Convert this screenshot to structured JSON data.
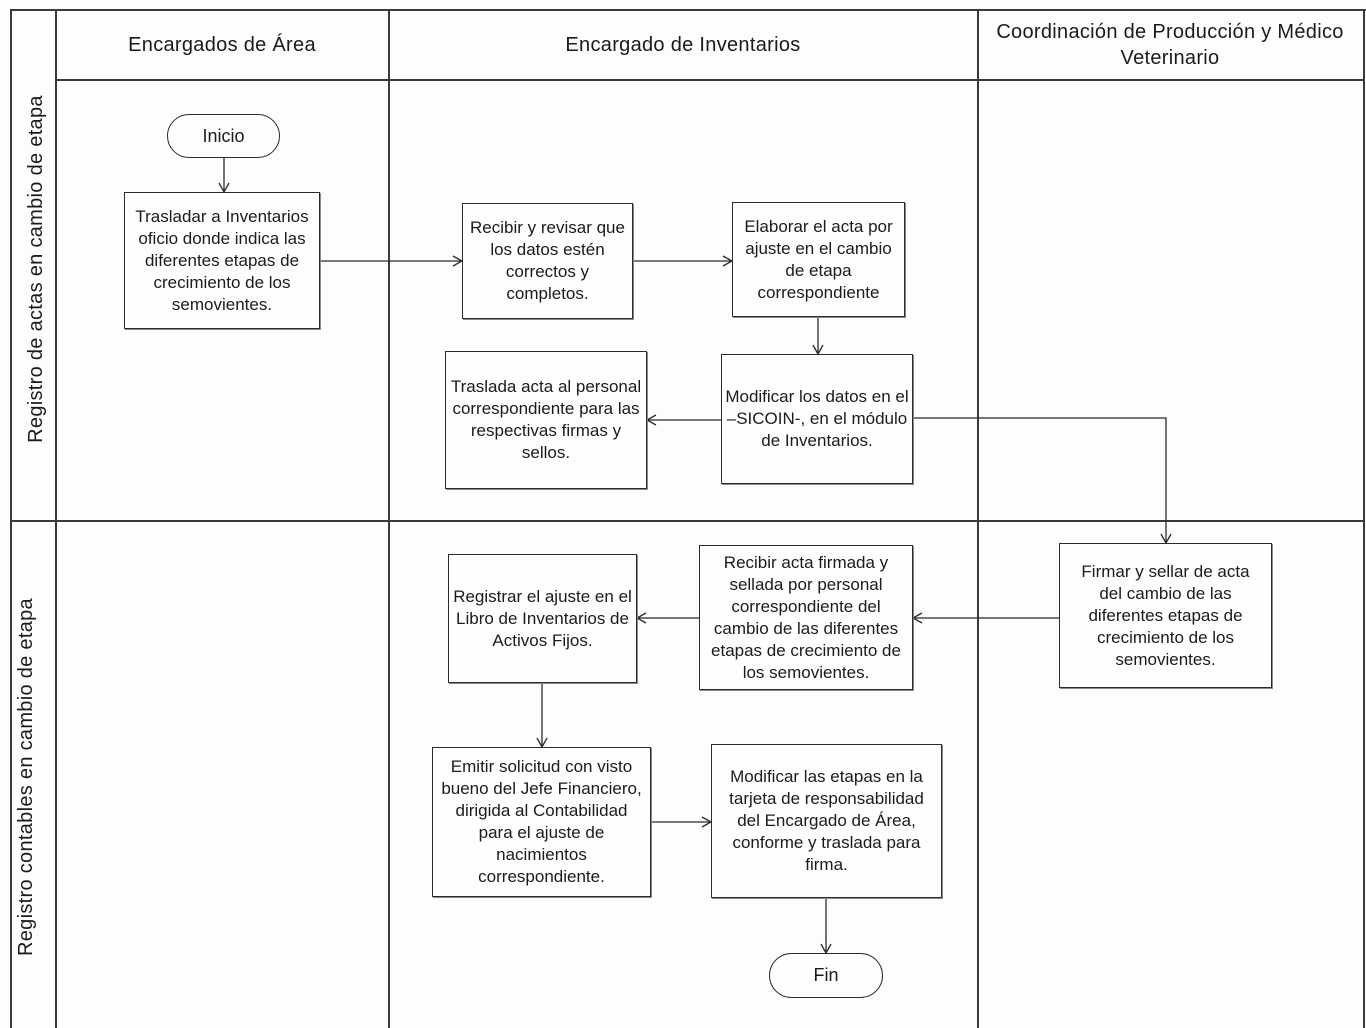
{
  "headers": {
    "col1": "Encargados de Área",
    "col2": "Encargado de Inventarios",
    "col3": "Coordinación de Producción y Médico Veterinario"
  },
  "lanes": {
    "row1": "Registro de actas en cambio de etapa",
    "row2": "Registro contables en cambio de etapa"
  },
  "nodes": {
    "inicio": "Inicio",
    "trasladar_oficio": "Trasladar a Inventarios oficio donde indica las diferentes etapas de crecimiento de los semovientes.",
    "recibir_revisar": "Recibir y revisar que los datos estén correctos y completos.",
    "elaborar_acta": "Elaborar el acta por ajuste en el cambio de etapa correspondiente",
    "modificar_sicoin": "Modificar los datos en el –SICOIN-, en el módulo de Inventarios.",
    "traslada_acta": "Traslada acta al personal correspondiente para las respectivas firmas y sellos.",
    "firmar_sellar": "Firmar y sellar de acta del cambio de las diferentes etapas de crecimiento de los semovientes.",
    "recibir_acta_firmada": "Recibir acta firmada y sellada por personal correspondiente del cambio de las diferentes etapas de crecimiento de los semovientes.",
    "registrar_ajuste": "Registrar el ajuste en el Libro de Inventarios de Activos Fijos.",
    "emitir_solicitud": "Emitir solicitud con visto bueno del Jefe Financiero, dirigida al Contabilidad para el ajuste de nacimientos correspondiente.",
    "modificar_etapas": "Modificar las etapas en la tarjeta de responsabilidad del Encargado de Área, conforme y traslada para firma.",
    "fin": "Fin"
  }
}
